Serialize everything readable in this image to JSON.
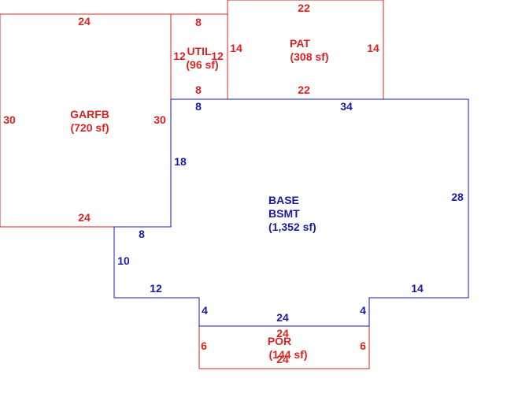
{
  "colors": {
    "red": "#dd2222",
    "blue": "#1a1aaa",
    "background": "#ffffff"
  },
  "areas": {
    "garfb": {
      "name": "GARFB",
      "size": "(720 sf)",
      "dims": {
        "top": "24",
        "bottom": "24",
        "left": "30",
        "right": "30"
      }
    },
    "util": {
      "name": "UTIL",
      "size": "(96 sf)",
      "dims": {
        "top": "8",
        "bottom": "8",
        "left": "12",
        "right": "12"
      }
    },
    "pat": {
      "name": "PAT",
      "size": "(308 sf)",
      "dims": {
        "top": "22",
        "bottom": "22",
        "left": "14",
        "right": "14"
      }
    },
    "base": {
      "name": "BASE",
      "sub": "BSMT",
      "size": "(1,352 sf)",
      "dims": {
        "top_left": "8",
        "top": "34",
        "right": "28",
        "left_upper": "18",
        "step_top": "8",
        "left_lower": "10",
        "lower_left": "12",
        "lower_right": "14",
        "notch_left": "4",
        "notch_right": "4",
        "bottom": "24"
      }
    },
    "por": {
      "name": "POR",
      "size": "(144 sf)",
      "dims": {
        "top": "24",
        "bottom": "24",
        "left": "6",
        "right": "6"
      }
    }
  }
}
